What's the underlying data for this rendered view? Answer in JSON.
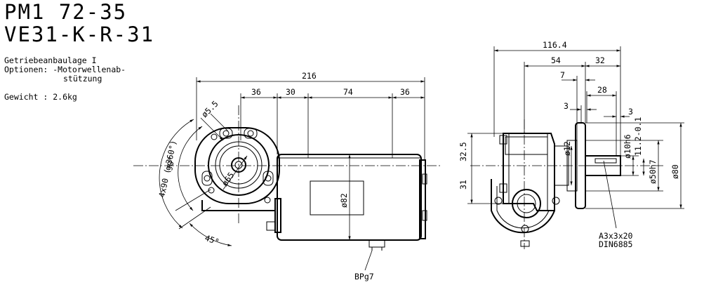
{
  "title": {
    "line1": "PM1 72-35",
    "line2": "VE31-K-R-31"
  },
  "notes": {
    "line1": "Getriebeanbaulage I",
    "line2": "Optionen:  -Motorwellenab-",
    "line3": "stützung",
    "line4": "Gewicht  : 2.6kg"
  },
  "front_view": {
    "dim_overall": "216",
    "dim_seg1": "36",
    "dim_seg2": "30",
    "dim_seg3": "74",
    "dim_seg4": "36",
    "dim_hole": "ø5.5",
    "dim_bolt_circle": "ø65",
    "dim_motor": "ø82",
    "dim_angle_pattern": "4x90 (=360°)",
    "dim_angle_90": "90°",
    "dim_angle_45": "45°",
    "label_connector": "BPg7"
  },
  "side_view": {
    "dim_overall": "116.4",
    "dim_54": "54",
    "dim_32": "32",
    "dim_7": "7",
    "dim_28": "28",
    "dim_3a": "3",
    "dim_3b": "3",
    "dim_32_5": "32.5",
    "dim_31": "31",
    "dim_d12": "ø12",
    "dim_d10": "ø10h6",
    "dim_11_2": "11.2-0.1",
    "dim_d50": "ø50h7",
    "dim_d80": "ø80",
    "label_key_1": "A3x3x20",
    "label_key_2": "DIN6885"
  }
}
